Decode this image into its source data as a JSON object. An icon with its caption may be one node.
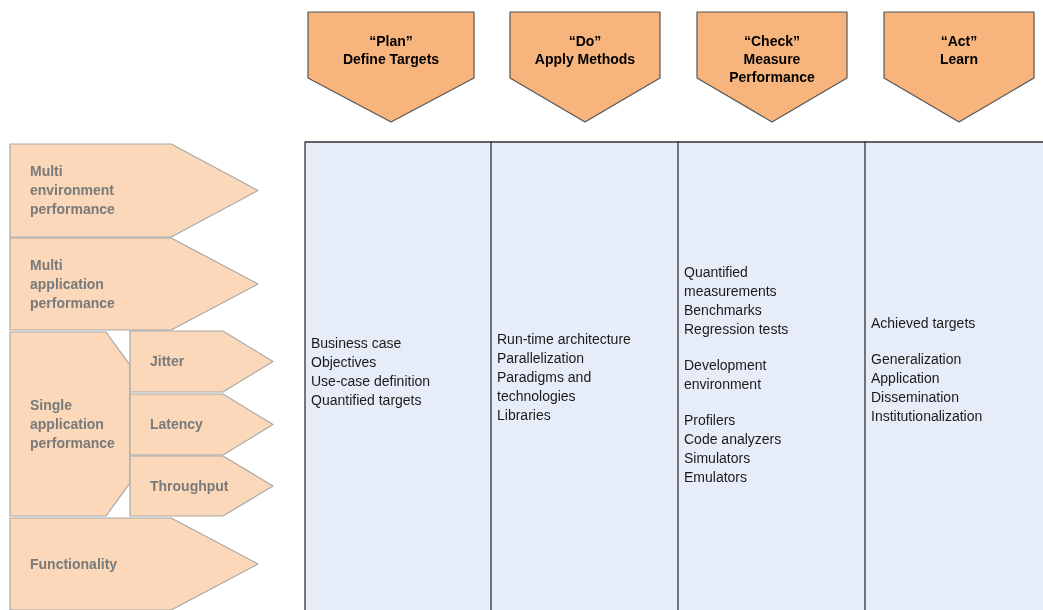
{
  "diagram": {
    "nodes": [
      {
        "text": [
          "“Plan”",
          "Define Targets"
        ]
      },
      {
        "text": [
          "“Do”",
          "Apply Methods"
        ]
      },
      {
        "text": [
          "“Check”",
          "Measure Performance"
        ]
      },
      {
        "text": [
          "“Act”",
          "Learn"
        ]
      },
      {
        "text": [
          "Business case",
          "Objectives",
          "Use-case definition",
          "Quantified targets"
        ]
      },
      {
        "text": [
          "Run-time architecture",
          "Parallelization",
          "Paradigms and technologies",
          "Libraries"
        ]
      },
      {
        "text": [
          "Quantified measurements",
          "Benchmarks",
          "Regression tests",
          "Development environment",
          "Profilers",
          "Code analyzers",
          "Simulators",
          "Emulators"
        ]
      },
      {
        "text": [
          "Achieved targets",
          "Generalization",
          "Application",
          "Dissemination",
          "Institutionalization"
        ]
      },
      {
        "text": [
          "Multi environment performance"
        ]
      },
      {
        "text": [
          "Multi application performance"
        ]
      },
      {
        "text": [
          "Single application performance"
        ]
      },
      {
        "text": [
          "Jitter"
        ]
      },
      {
        "text": [
          "Latency"
        ]
      },
      {
        "text": [
          "Throughput"
        ]
      },
      {
        "text": [
          "Functionality"
        ]
      }
    ],
    "edges": []
  }
}
